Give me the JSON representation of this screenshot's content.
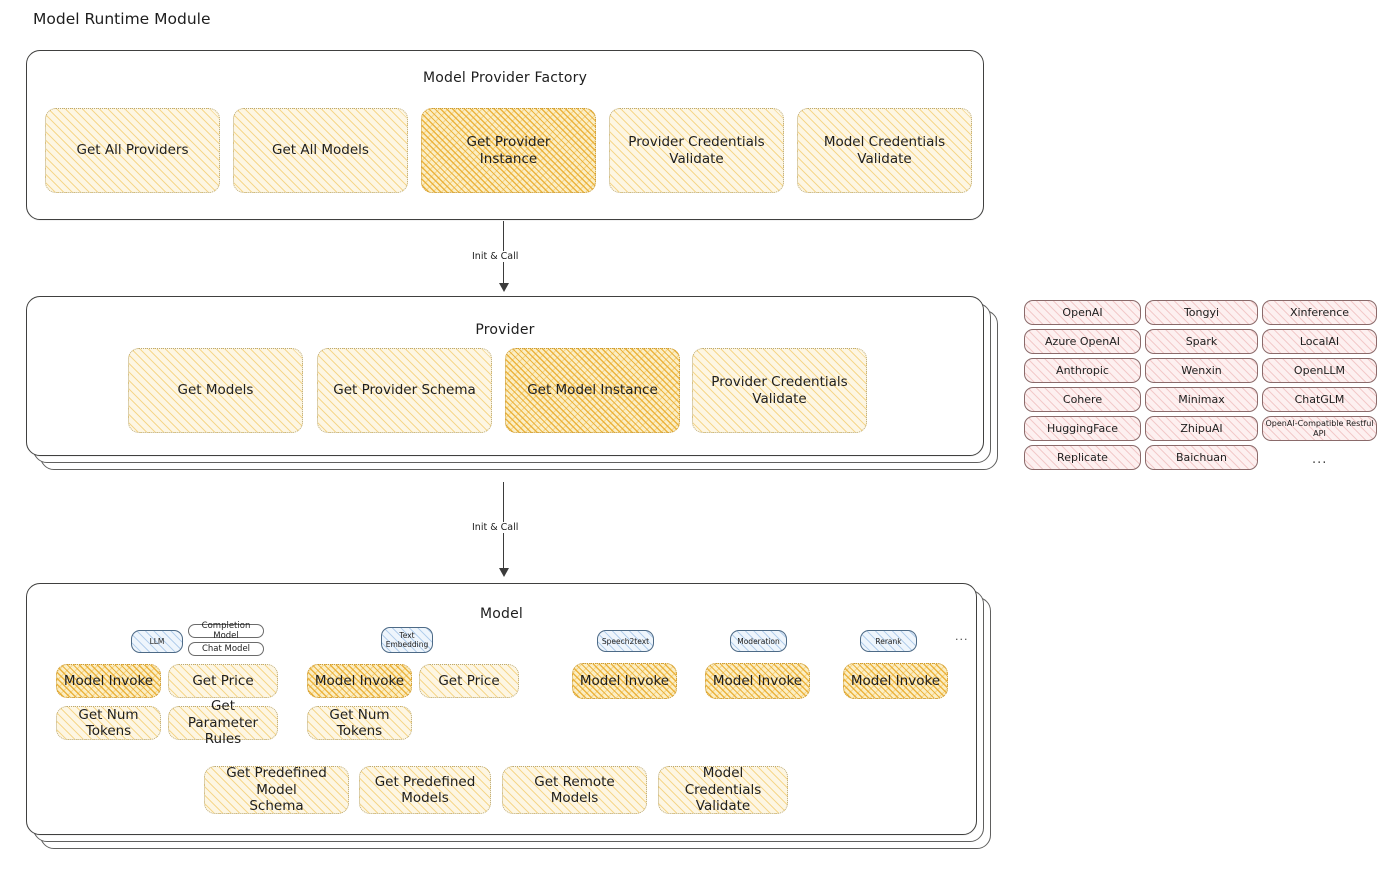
{
  "page": {
    "title": "Model Runtime Module"
  },
  "factory": {
    "title": "Model Provider Factory",
    "nodes": [
      {
        "label": "Get All Providers",
        "highlight": false
      },
      {
        "label": "Get All Models",
        "highlight": false
      },
      {
        "label": "Get Provider\nInstance",
        "highlight": true
      },
      {
        "label": "Provider Credentials\nValidate",
        "highlight": false
      },
      {
        "label": "Model Credentials\nValidate",
        "highlight": false
      }
    ]
  },
  "arrows": [
    {
      "label": "Init & Call"
    },
    {
      "label": "Init & Call"
    }
  ],
  "provider": {
    "title": "Provider",
    "nodes": [
      {
        "label": "Get Models",
        "highlight": false
      },
      {
        "label": "Get Provider Schema",
        "highlight": false
      },
      {
        "label": "Get Model Instance",
        "highlight": true
      },
      {
        "label": "Provider Credentials\nValidate",
        "highlight": false
      }
    ]
  },
  "provider_list": {
    "ellipsis": "...",
    "columns": [
      {
        "items": [
          "OpenAI",
          "Azure OpenAI",
          "Anthropic",
          "Cohere",
          "HuggingFace",
          "Replicate"
        ]
      },
      {
        "items": [
          "Tongyi",
          "Spark",
          "Wenxin",
          "Minimax",
          "ZhipuAI",
          "Baichuan"
        ]
      },
      {
        "items": [
          "Xinference",
          "LocalAI",
          "OpenLLM",
          "ChatGLM",
          "OpenAI-Compatible Restful API"
        ]
      }
    ]
  },
  "model": {
    "title": "Model",
    "ellipsis": "...",
    "types": [
      {
        "name": "LLM",
        "tags": [
          "Completion Model",
          "Chat Model"
        ],
        "nodes": [
          {
            "label": "Model Invoke",
            "highlight": true
          },
          {
            "label": "Get Price",
            "highlight": false
          },
          {
            "label": "Get Num Tokens",
            "highlight": false
          },
          {
            "label": "Get Parameter\nRules",
            "highlight": false
          }
        ]
      },
      {
        "name": "Text\nEmbedding",
        "tags": [],
        "nodes": [
          {
            "label": "Model Invoke",
            "highlight": true
          },
          {
            "label": "Get Price",
            "highlight": false
          },
          {
            "label": "Get Num Tokens",
            "highlight": false
          }
        ]
      },
      {
        "name": "Speech2text",
        "tags": [],
        "nodes": [
          {
            "label": "Model Invoke",
            "highlight": true
          }
        ]
      },
      {
        "name": "Moderation",
        "tags": [],
        "nodes": [
          {
            "label": "Model Invoke",
            "highlight": true
          }
        ]
      },
      {
        "name": "Rerank",
        "tags": [],
        "nodes": [
          {
            "label": "Model Invoke",
            "highlight": true
          }
        ]
      }
    ],
    "common_nodes": [
      {
        "label": "Get Predefined Model\nSchema"
      },
      {
        "label": "Get Predefined\nModels"
      },
      {
        "label": "Get Remote Models"
      },
      {
        "label": "Model Credentials\nValidate"
      }
    ]
  },
  "colors": {
    "amber_fill": "#fdf6e3",
    "amber_strong": "#fbeec4",
    "rose_fill": "#fdf0f0",
    "blue_fill": "#eef5fc",
    "stroke": "#1e1e1e"
  }
}
